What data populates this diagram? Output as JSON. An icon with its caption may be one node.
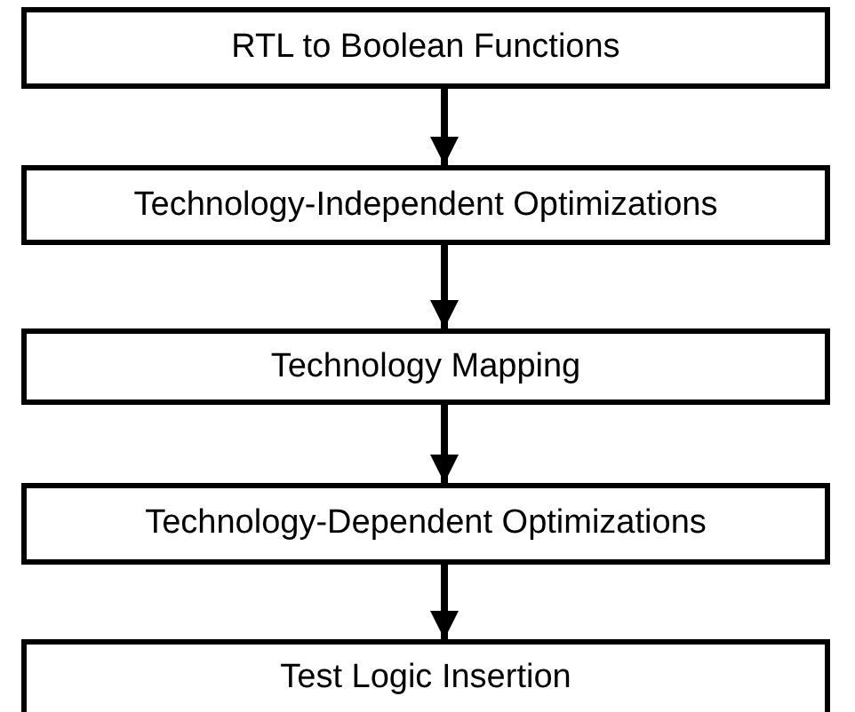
{
  "diagram": {
    "nodes": [
      {
        "text": [
          "RTL to Boolean Functions"
        ]
      },
      {
        "text": [
          "Technology-Independent Optimizations"
        ]
      },
      {
        "text": [
          "Technology Mapping"
        ]
      },
      {
        "text": [
          "Technology-Dependent Optimizations"
        ]
      },
      {
        "text": [
          "Test Logic Insertion"
        ]
      }
    ],
    "edges": [
      {
        "from": 0,
        "to": 1,
        "arrow": "to"
      },
      {
        "from": 1,
        "to": 2,
        "arrow": "to"
      },
      {
        "from": 2,
        "to": 3,
        "arrow": "to"
      },
      {
        "from": 3,
        "to": 4,
        "arrow": "to"
      }
    ]
  }
}
